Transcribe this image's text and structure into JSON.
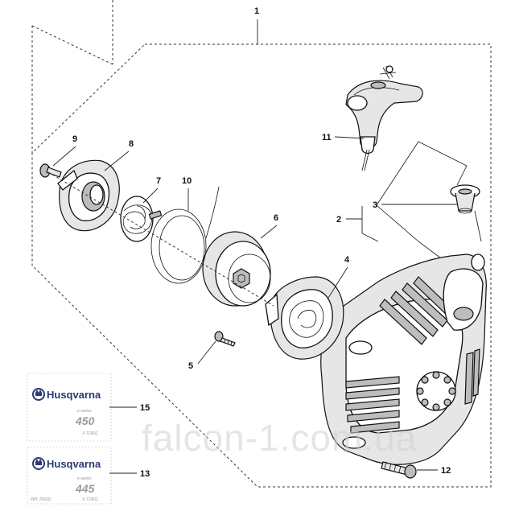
{
  "callouts": {
    "c1": "1",
    "c2": "2",
    "c3": "3",
    "c4": "4",
    "c5": "5",
    "c6": "6",
    "c7": "7",
    "c8": "8",
    "c9": "9",
    "c10": "10",
    "c11": "11",
    "c12": "12",
    "c13": "13",
    "c15": "15"
  },
  "decals": {
    "brand": "Husqvarna",
    "series_label": "e-series",
    "trim_label": "X-TORQ",
    "decal_15_model": "450",
    "decal_13_model": "445",
    "decal_13_small_print": "PAT. PEND."
  },
  "watermark": "falcon-1.com.ua",
  "icons": {
    "brand_logo": "husqvarna-crown-logo-icon"
  },
  "colors": {
    "line": "#111111",
    "brand": "#2a3a72",
    "decal_grey": "#9a9a9a",
    "watermark": "#cfcfcf"
  }
}
